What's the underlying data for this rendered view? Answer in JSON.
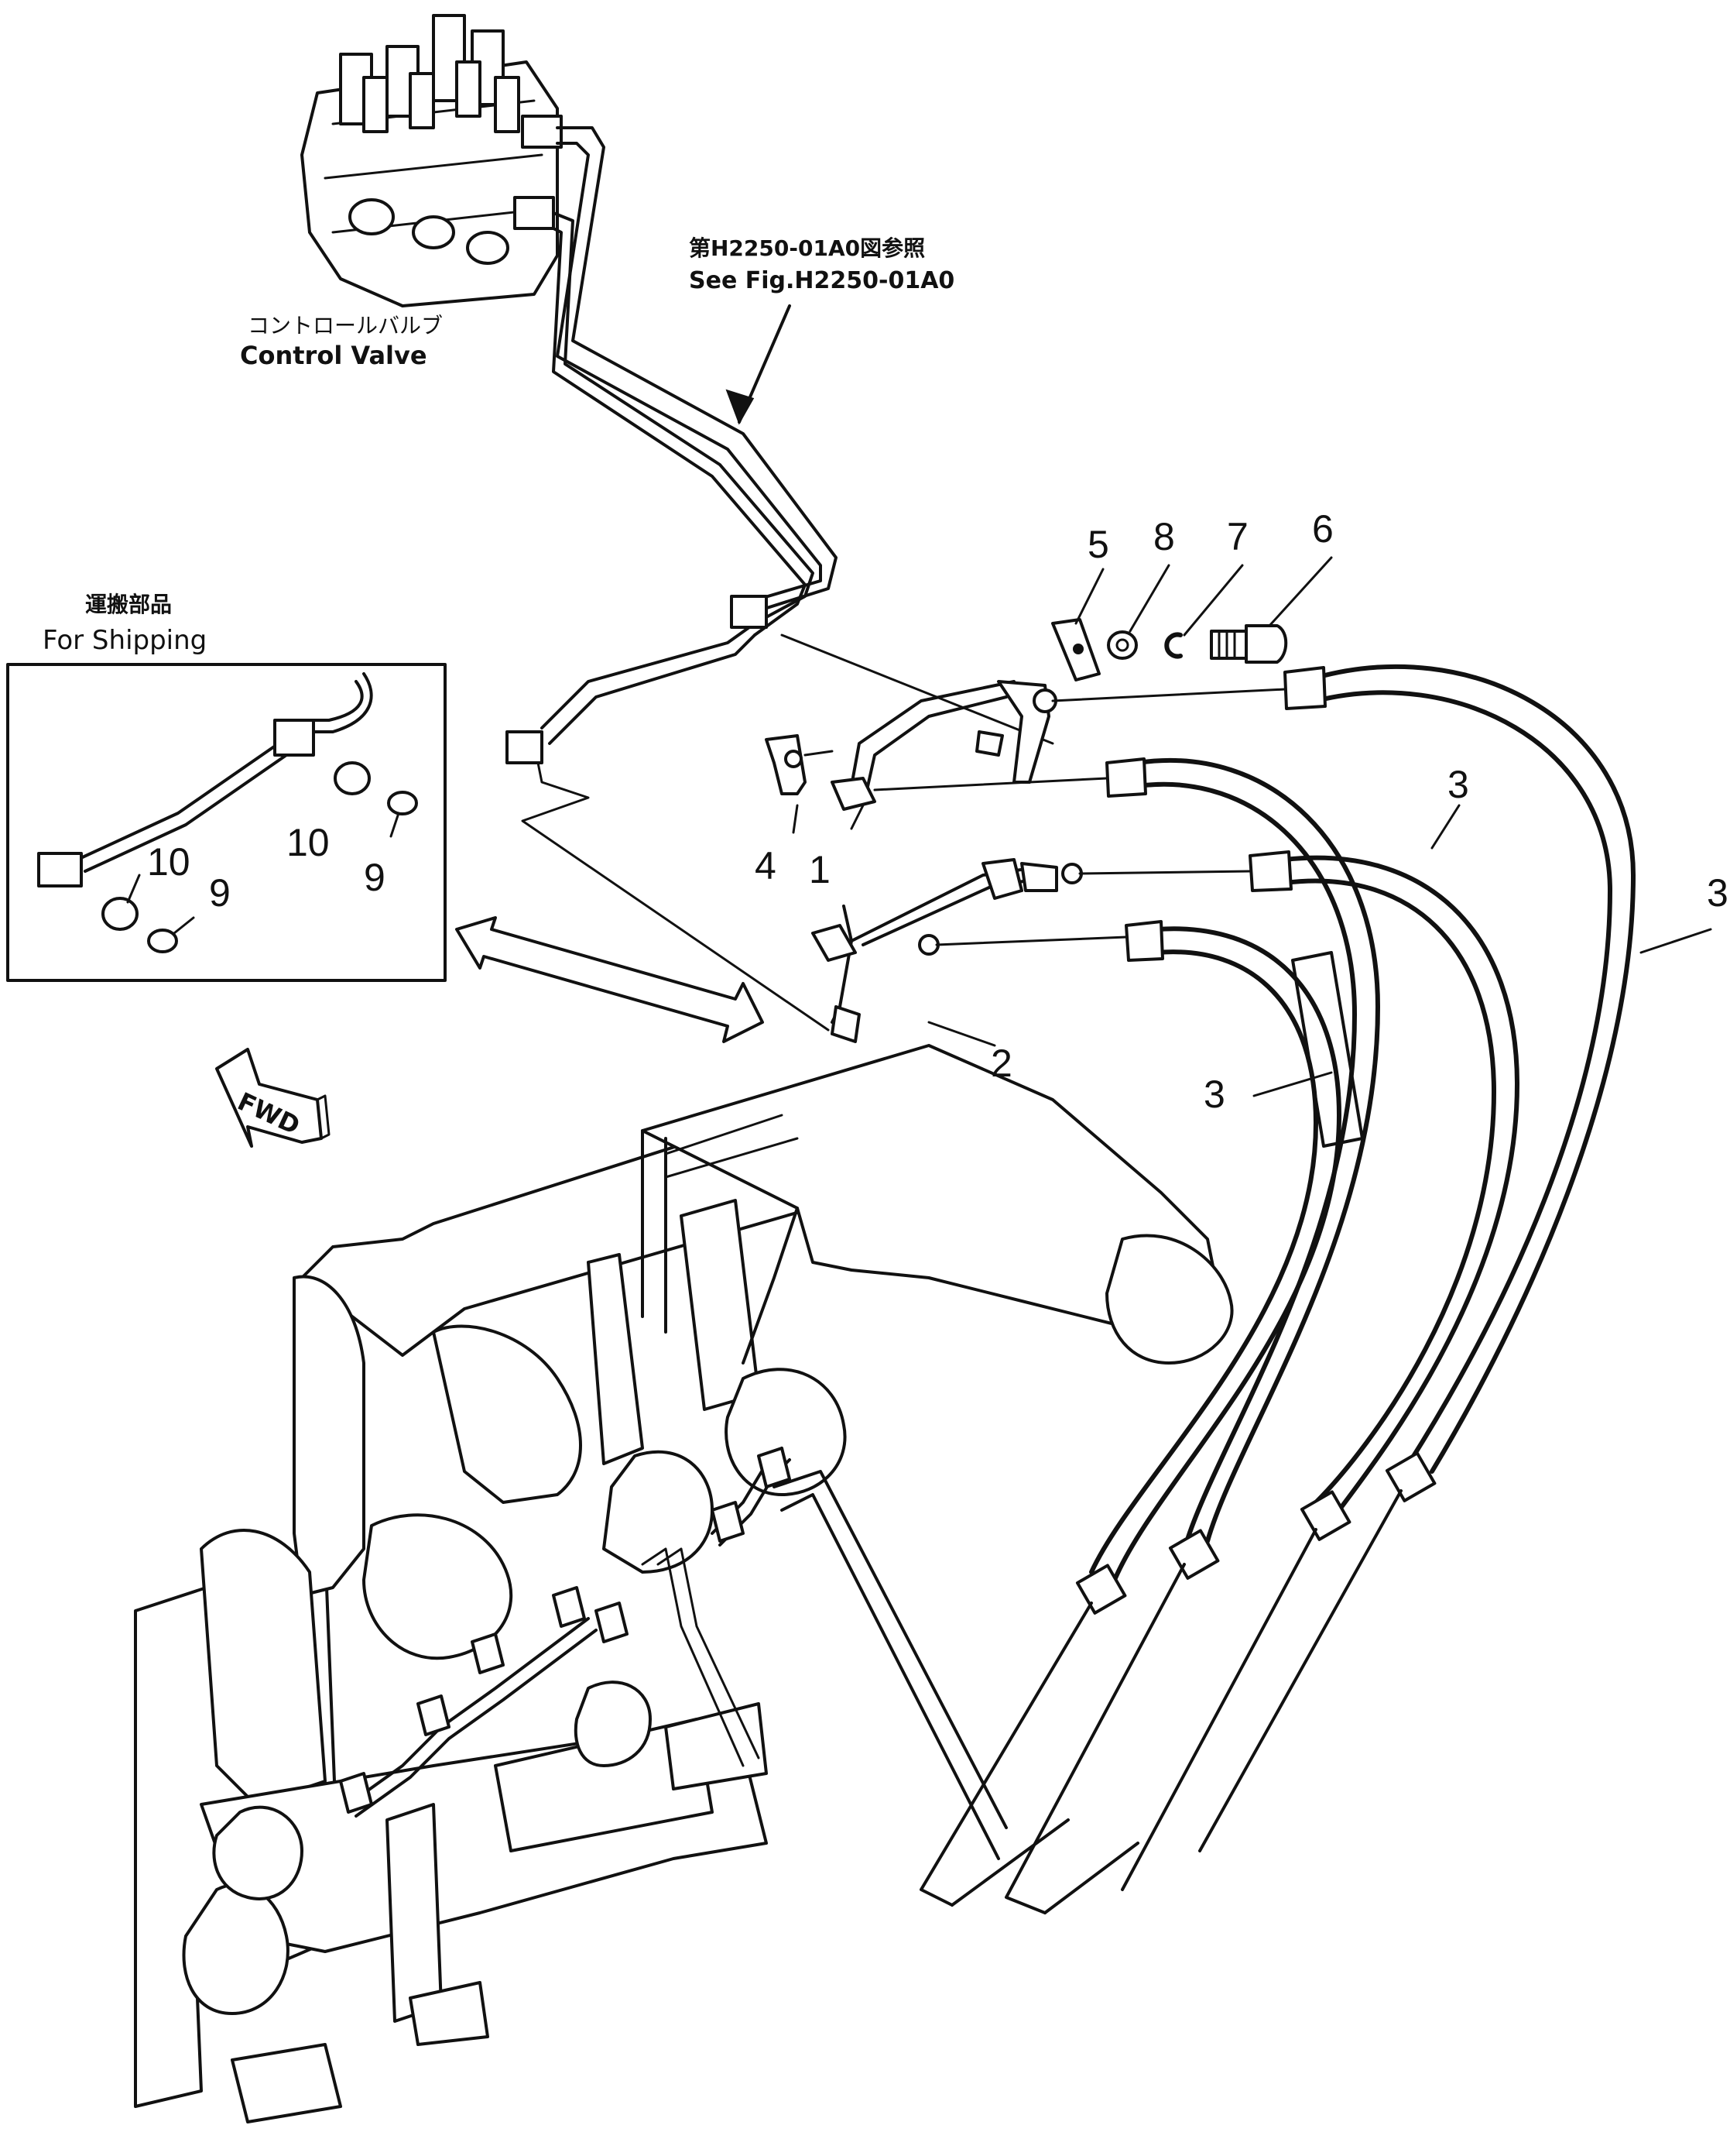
{
  "labels": {
    "control_valve_jp": "コントロールバルブ",
    "control_valve_en": "Control  Valve",
    "see_fig_jp": "第H2250-01A0図参照",
    "see_fig_en": "See Fig.H2250-01A0",
    "shipping_jp": "運搬部品",
    "shipping_en": "For Shipping",
    "fwd": "FWD"
  },
  "callouts": {
    "part_1": "1",
    "part_2": "2",
    "part_3": "3",
    "part_4": "4",
    "part_5": "5",
    "part_6": "6",
    "part_7": "7",
    "part_8": "8",
    "part_9": "9",
    "part_10": "10"
  }
}
